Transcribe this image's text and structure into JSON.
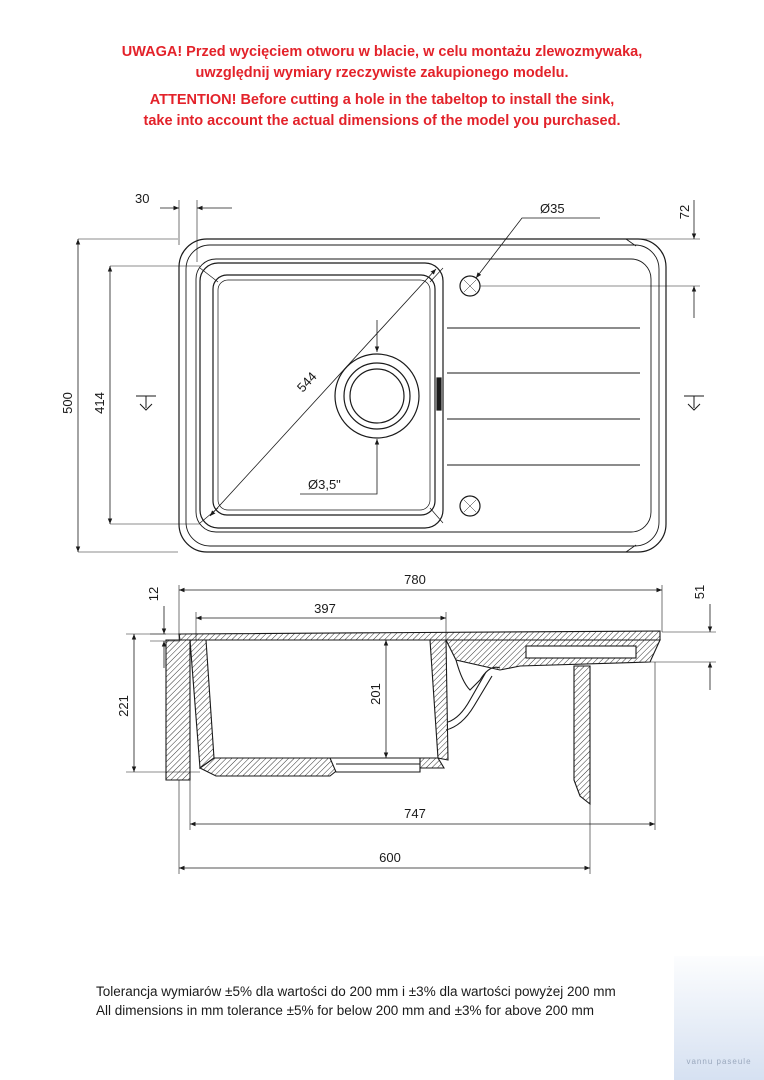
{
  "warnings": {
    "pl_line1": "UWAGA! Przed wycięciem otworu w blacie, w celu montażu zlewozmywaka,",
    "pl_line2": "uwzględnij wymiary rzeczywiste zakupionego modelu.",
    "en_line1": "ATTENTION! Before cutting a hole in the tabeltop to install the sink,",
    "en_line2": "take into account the actual dimensions of the model you purchased.",
    "color": "#e3222a"
  },
  "top_view": {
    "dim_30": "30",
    "dim_72": "72",
    "dim_tap_hole": "Ø35",
    "dim_500": "500",
    "dim_414": "414",
    "dim_diagonal": "544",
    "dim_drain": "Ø3,5\""
  },
  "side_view": {
    "dim_780": "780",
    "dim_397": "397",
    "dim_12": "12",
    "dim_51": "51",
    "dim_221": "221",
    "dim_201": "201",
    "dim_747": "747",
    "dim_600": "600"
  },
  "tolerance": {
    "line_pl": "Tolerancja wymiarów ±5% dla wartości do 200 mm i ±3% dla wartości powyżej 200 mm",
    "line_en": "All dimensions in mm tolerance ±5% for below 200 mm and ±3% for above 200 mm"
  },
  "watermark": {
    "text": "vannu paseule"
  }
}
